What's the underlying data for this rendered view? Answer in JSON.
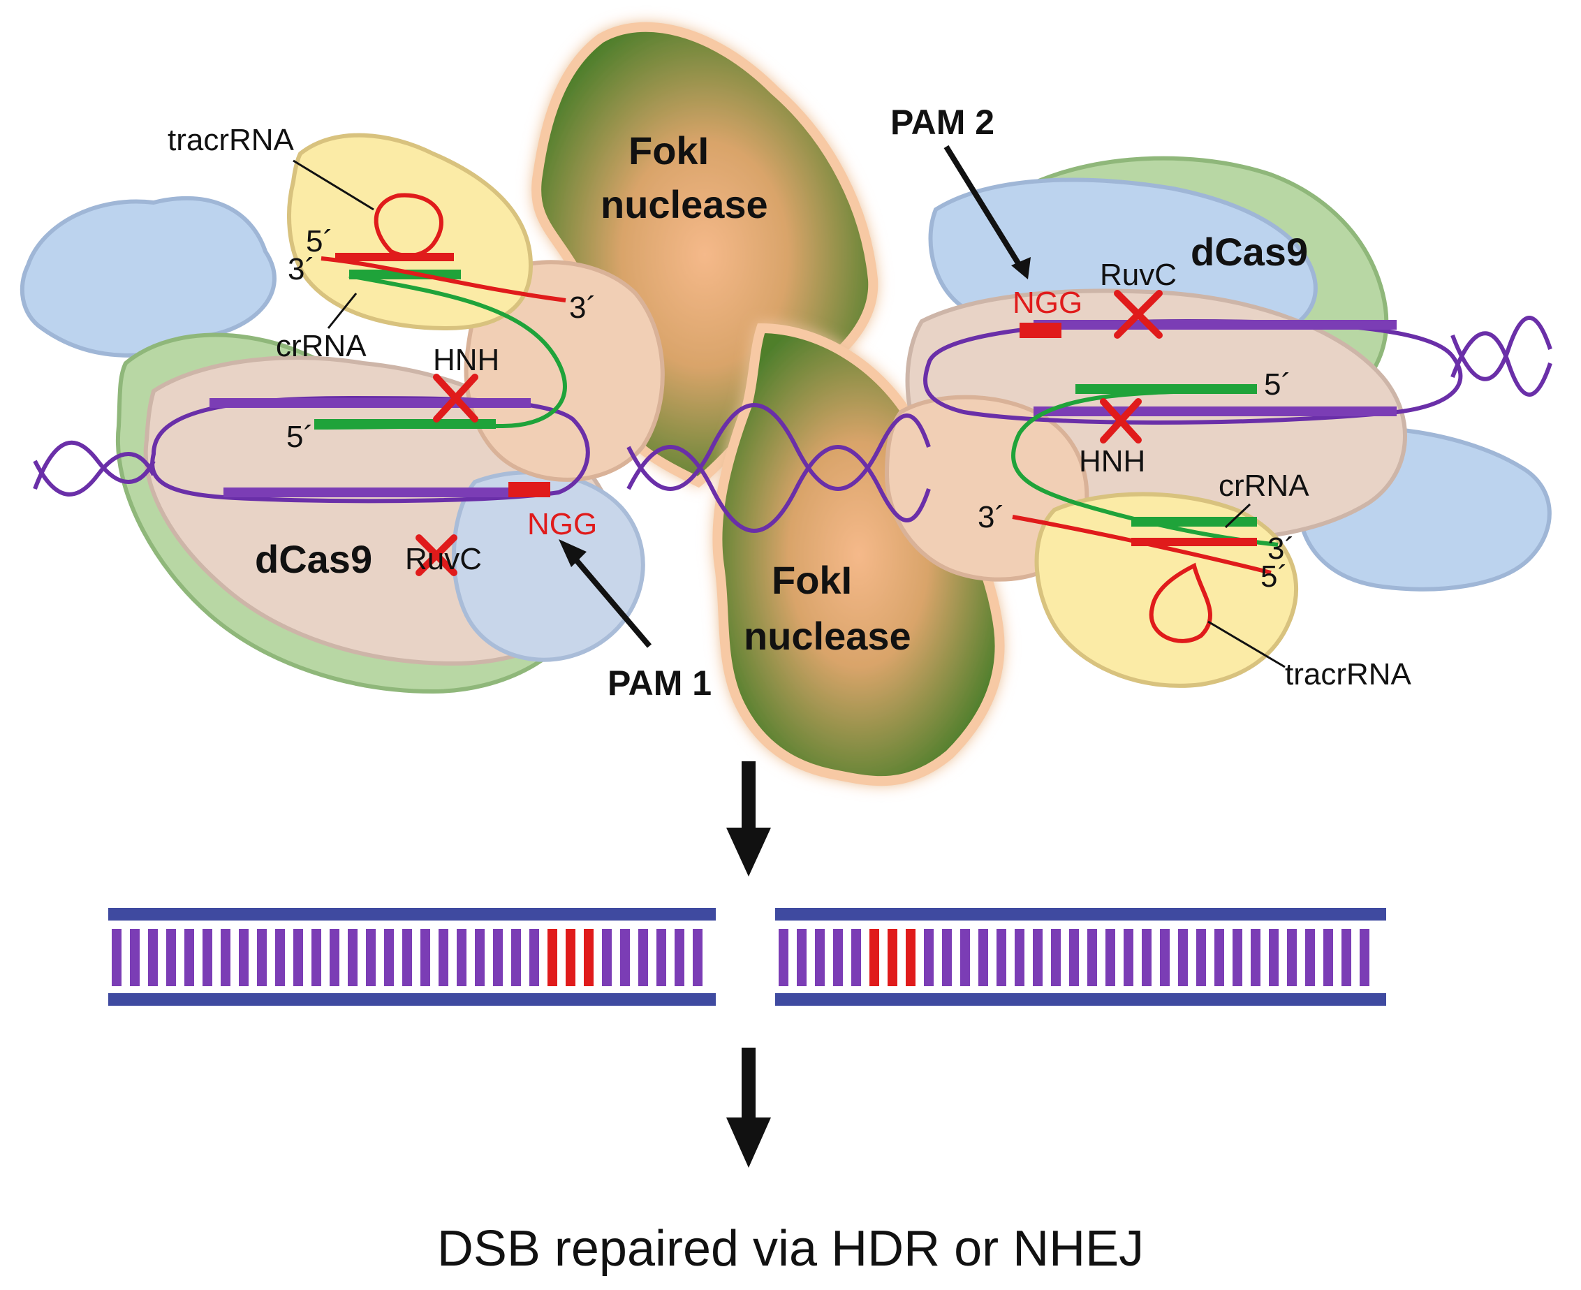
{
  "colors": {
    "dna_backbone": "#6a2fa8",
    "dna_rungs": "#7b3db5",
    "pam": "#e01b1b",
    "crrna": "#1fa33a",
    "tracrrna": "#e01b1b",
    "fokI_green": "#4f7f2c",
    "fokI_core": "#f3b57f",
    "dcas9_body": "#e8d3c6",
    "dcas9_blue": "#bcd3ee",
    "dcas9_green": "#b8d7a4",
    "rec_yellow": "#fbeba6",
    "dsb_strand": "#3f4aa0"
  },
  "labels": {
    "fokI_top_1": "FokI",
    "fokI_top_2": "nuclease",
    "fokI_bottom_1": "FokI",
    "fokI_bottom_2": "nuclease",
    "dcas9_left": "dCas9",
    "dcas9_right": "dCas9",
    "tracr_left": "tracrRNA",
    "tracr_right": "tracrRNA",
    "crrna_left": "crRNA",
    "crrna_right": "crRNA",
    "hnh_left": "HNH",
    "hnh_right": "HNH",
    "ruvc_left": "RuvC",
    "ruvc_right": "RuvC",
    "ngg_left": "NGG",
    "ngg_right": "NGG",
    "pam1": "PAM 1",
    "pam2": "PAM 2",
    "five_prime": "5´",
    "three_prime": "3´",
    "caption": "DSB repaired via HDR or NHEJ"
  },
  "icons": [
    "down-arrow-icon",
    "inactivated-cross-icon"
  ]
}
